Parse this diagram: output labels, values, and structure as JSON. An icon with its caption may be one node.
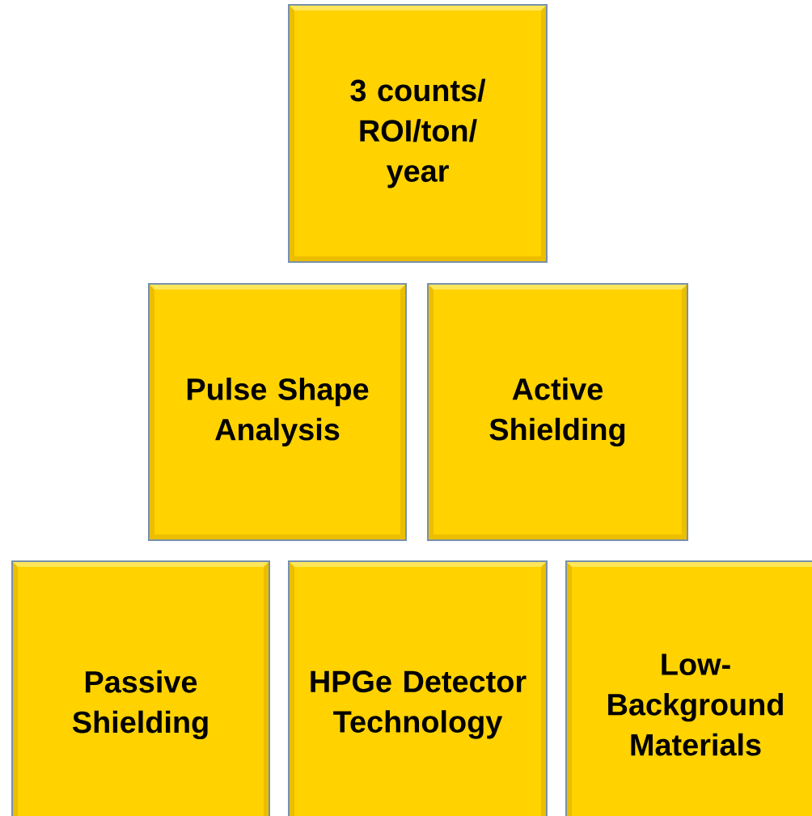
{
  "diagram": {
    "nodes": [
      {
        "text": [
          "3 counts/ ROI/ton/ year"
        ]
      },
      {
        "text": [
          "Pulse Shape Analysis"
        ]
      },
      {
        "text": [
          "Active Shielding"
        ]
      },
      {
        "text": [
          "Passive Shielding"
        ]
      },
      {
        "text": [
          "HPGe Detector Technology"
        ]
      },
      {
        "text": [
          "Low- Background Materials"
        ]
      }
    ]
  }
}
